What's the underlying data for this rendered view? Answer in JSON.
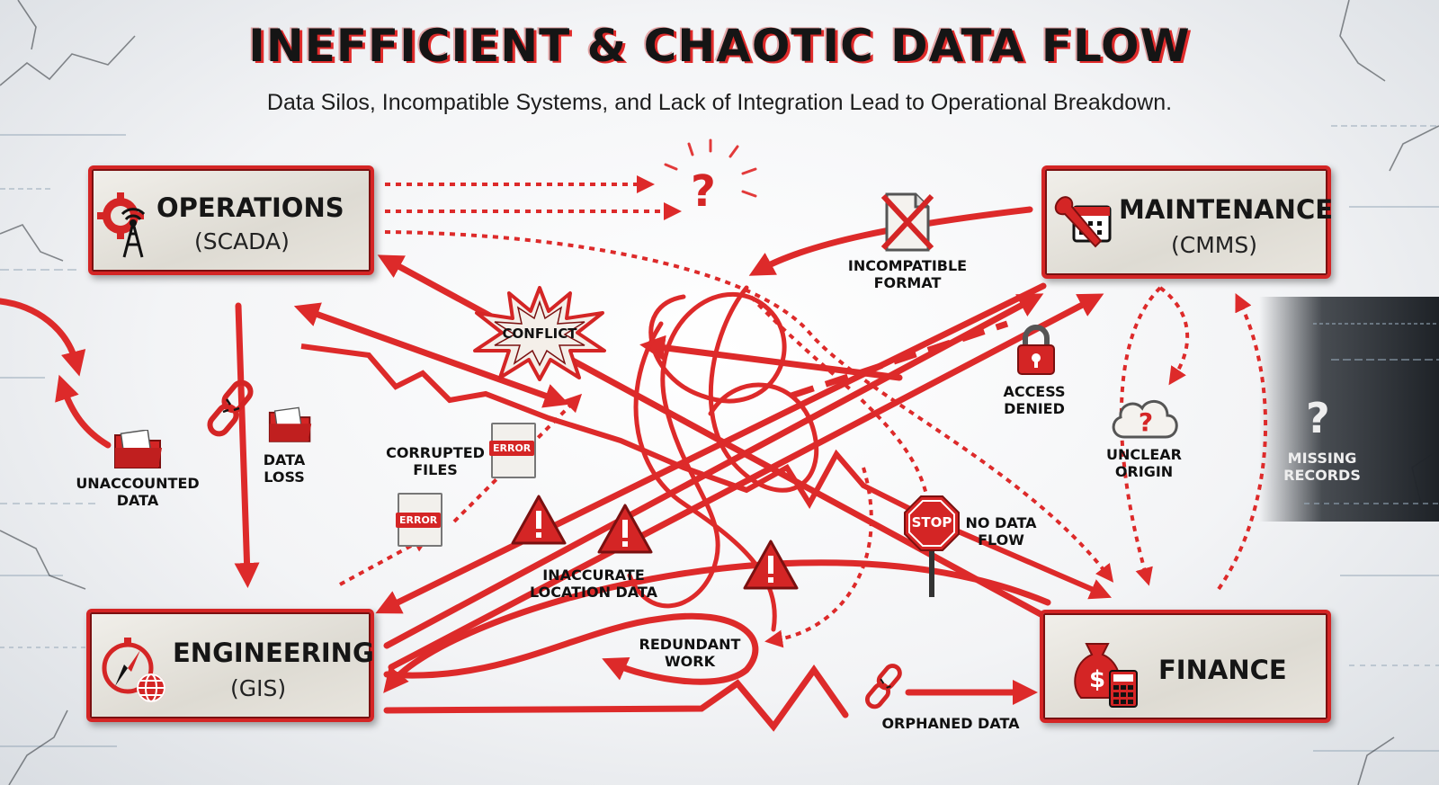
{
  "header": {
    "title": "INEFFICIENT & CHAOTIC DATA FLOW",
    "subtitle": "Data Silos, Incompatible Systems, and Lack of Integration Lead to Operational Breakdown."
  },
  "systems": {
    "operations": {
      "name": "OPERATIONS",
      "sub": "(SCADA)",
      "icon": "gear-antenna-icon"
    },
    "maintenance": {
      "name": "MAINTENANCE",
      "sub": "(CMMS)",
      "icon": "wrench-calendar-icon"
    },
    "engineering": {
      "name": "ENGINEERING",
      "sub": "(GIS)",
      "icon": "compass-globe-icon"
    },
    "finance": {
      "name": "FINANCE",
      "icon": "money-bag-calculator-icon"
    }
  },
  "issues": {
    "conflict": "CONFLICT",
    "incompatible": [
      "INCOMPATIBLE",
      "FORMAT"
    ],
    "access": [
      "ACCESS",
      "DENIED"
    ],
    "unclear": [
      "UNCLEAR",
      "ORIGIN"
    ],
    "missing": [
      "MISSING",
      "RECORDS"
    ],
    "unaccounted": [
      "UNACCOUNTED",
      "DATA"
    ],
    "dataloss": [
      "DATA",
      "LOSS"
    ],
    "corrupted": [
      "CORRUPTED",
      "FILES"
    ],
    "error_badge": "ERROR",
    "inaccurate": [
      "INACCURATE",
      "LOCATION DATA"
    ],
    "redundant": [
      "REDUNDANT",
      "WORK"
    ],
    "nodataflow": [
      "NO DATA",
      "FLOW"
    ],
    "stop_sign": "STOP",
    "orphaned": "ORPHANED DATA"
  },
  "colors": {
    "accent": "#d42525",
    "dark": "#151515",
    "panel": "#e6e3dc"
  }
}
